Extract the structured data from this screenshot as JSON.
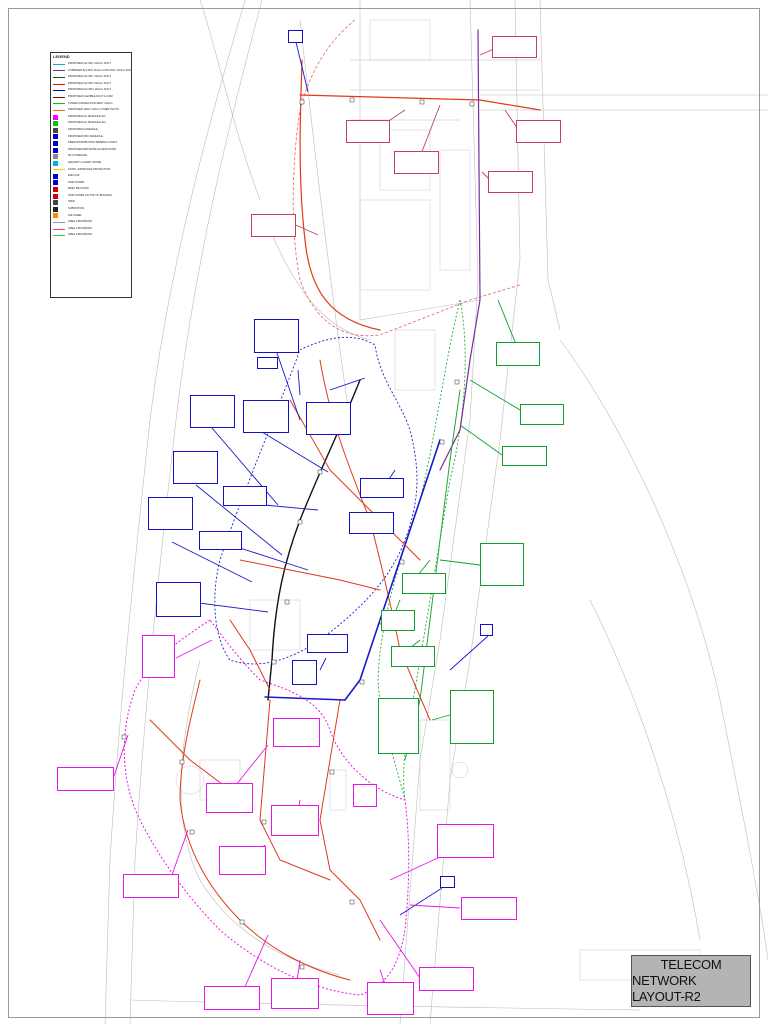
{
  "title_block": {
    "line1": "TELECOM",
    "line2": "NETWORK LAYOUT-R2"
  },
  "legend": {
    "heading": "LEGEND",
    "items": [
      {
        "label": "PROPOSED 3x2 WAY 110mm DUCT",
        "color": "#00b0f0",
        "kind": "line"
      },
      {
        "label": "COMBINED 8x2 WAY 110mm & 8x2 WAY 110mm DUCTS",
        "color": "#7030a0",
        "kind": "line"
      },
      {
        "label": "PROPOSED 3x2 WAY 110mm DUCT",
        "color": "#006400",
        "kind": "line"
      },
      {
        "label": "PROPOSED 4x2 WAY 110mm DUCT",
        "color": "#ff0000",
        "kind": "line"
      },
      {
        "label": "PROPOSED 6x2 WAY 110mm DUCT",
        "color": "#0000cc",
        "kind": "line"
      },
      {
        "label": "PROPOSED FLEXIBLE DUCT & GSM",
        "color": "#8b0000",
        "kind": "line"
      },
      {
        "label": "TOWER CONNECTION 4WAY 110mm",
        "color": "#00cc00",
        "kind": "line"
      },
      {
        "label": "PROPOSED 1WAY 110mm OTHER PLOTS",
        "color": "#ff6600",
        "kind": "line"
      },
      {
        "label": "PROPOSED HH MANHOLE 2x4",
        "color": "#ff00ff",
        "kind": "box"
      },
      {
        "label": "PROPOSED HH MANHOLE 4x4",
        "color": "#00cc00",
        "kind": "box"
      },
      {
        "label": "PROPOSED HANDHOLE",
        "color": "#444444",
        "kind": "box"
      },
      {
        "label": "PROPOSED MSC MANHOLE",
        "color": "#0000cc",
        "kind": "box"
      },
      {
        "label": "FIBER DISTRIBUTION TERMINAL POINT",
        "color": "#0000cc",
        "kind": "box"
      },
      {
        "label": "PROPOSED NETWORK ACCESS POINT",
        "color": "#0000cc",
        "kind": "box"
      },
      {
        "label": "RF COVERAGE",
        "color": "#888888",
        "kind": "box"
      },
      {
        "label": "SECURITY GUARD HOUSE",
        "color": "#00b0f0",
        "kind": "box"
      },
      {
        "label": "KIOSK / ENTRANCE PROTECTION",
        "color": "#ffcc00",
        "kind": "line"
      },
      {
        "label": "END CAP",
        "color": "#0000cc",
        "kind": "box"
      },
      {
        "label": "GSM TOWER",
        "color": "#0000cc",
        "kind": "box"
      },
      {
        "label": "MEET ME ROOM",
        "color": "#cc0000",
        "kind": "box"
      },
      {
        "label": "GSM TOWER ON TOP OF BUILDING",
        "color": "#cc0000",
        "kind": "box"
      },
      {
        "label": "SPAN",
        "color": "#444444",
        "kind": "box"
      },
      {
        "label": "SUBSTATION",
        "color": "#222222",
        "kind": "box"
      },
      {
        "label": "FDL PANEL",
        "color": "#ff8800",
        "kind": "box"
      },
      {
        "label": "AREA 1 BOUNDARY",
        "color": "#999999",
        "kind": "line"
      },
      {
        "label": "AREA 2 BOUNDARY",
        "color": "#ff3366",
        "kind": "line"
      },
      {
        "label": "AREA 3 BOUNDARY",
        "color": "#33cc33",
        "kind": "line"
      }
    ]
  }
}
